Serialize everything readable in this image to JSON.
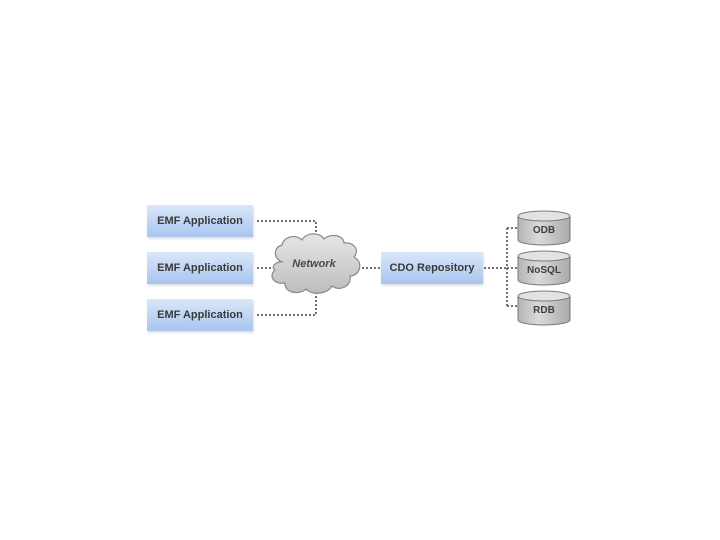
{
  "diagram": {
    "applications": [
      "EMF Application",
      "EMF Application",
      "EMF Application"
    ],
    "network_label": "Network",
    "repository_label": "CDO Repository",
    "databases": [
      "ODB",
      "NoSQL",
      "RDB"
    ]
  },
  "colors": {
    "box_gradient_top": "#dbe7f8",
    "box_gradient_bottom": "#a9c5ef",
    "cloud_fill": "#d4d4d4",
    "db_fill": "#c9c9c9",
    "connector": "#707070"
  }
}
